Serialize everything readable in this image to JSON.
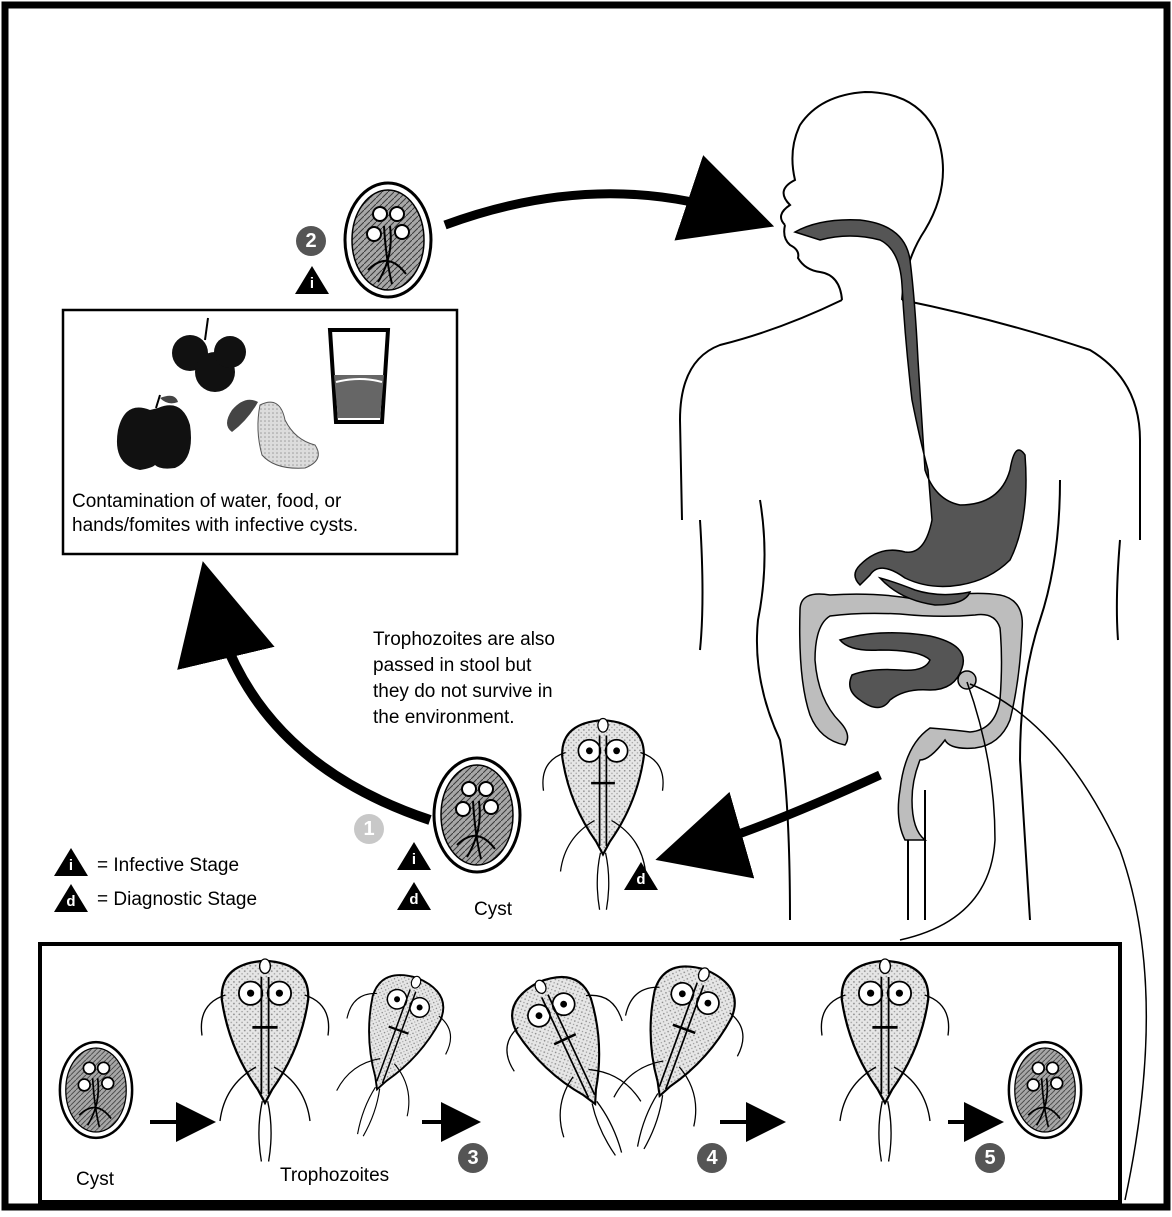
{
  "contamination_box": {
    "caption_line1": "Contamination of water, food, or",
    "caption_line2": "hands/fomites with infective cysts."
  },
  "trophozoite_note": {
    "line1": "Trophozoites are also",
    "line2": "passed in stool but",
    "line3": "they do not survive in",
    "line4": "the environment."
  },
  "legend": {
    "infective_symbol": "i",
    "infective_label": "= Infective Stage",
    "diagnostic_symbol": "d",
    "diagnostic_label": "= Diagnostic Stage"
  },
  "stages": {
    "s1": "1",
    "s2": "2",
    "s3": "3",
    "s4": "4",
    "s5": "5"
  },
  "labels": {
    "cyst_upper": "Cyst",
    "cyst_bottom": "Cyst",
    "trophozoites": "Trophozoites"
  },
  "colors": {
    "gut_dark": "#555555",
    "colon_light": "#bdbdbd",
    "badge_light": "#c8c8c8"
  }
}
